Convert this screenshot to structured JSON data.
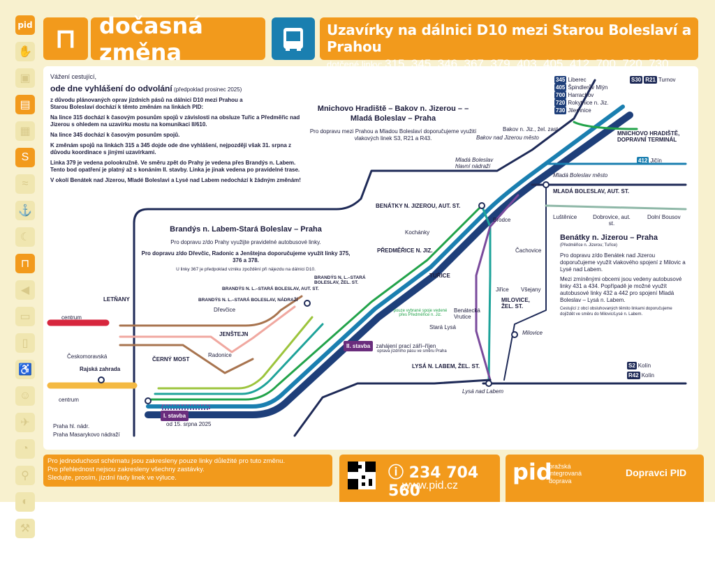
{
  "header": {
    "logo": "pid",
    "change_label": "dočasná změna",
    "title": "Uzavírky na dálnici D10 mezi Starou Boleslaví a Prahou",
    "affected_prefix": "dotčené linky:",
    "affected_lines": "315, 345, 346, 367, 379, 403, 405, 412, 700, 720, 730"
  },
  "intro": {
    "greeting": "Vážení cestující,",
    "headline": "ode dne vyhlášení do odvolání",
    "headline_note": "(předpoklad prosinec 2025)",
    "p1": "z důvodu plánovaných oprav jízdních pásů na dálnici D10 mezi Prahou a Starou Boleslaví dochází k těmto změnám na linkách PID:",
    "p2": "Na lince 315 dochází k časovým posunům spojů v závislosti na obsluze Tuřic a Předměřic nad Jizerou s ohledem na uzavírku mostu na komunikaci II/610.",
    "p3": "Na lince 345 dochází k časovým posunům spojů.",
    "p4": "K změnám spojů na linkách 315 a 345 dojde ode dne vyhlášení, nejpozději však 31. srpna z důvodu koordinace s jinými uzavírkami.",
    "p5": "Linka 379 je vedena polookružně. Ve směru zpět do Prahy je vedena přes Brandýs n. Labem. Tento bod opatření je platný až s konáním II. stavby. Linka je jinak vedena po pravidelné trase.",
    "p6": "V okolí Benátek nad Jizerou, Mladé Boleslavi a Lysé nad Labem nedochází k žádným změnám!"
  },
  "blocks": {
    "mh_title": "Mnichovo Hradiště – Bakov n. Jizerou – – Mladá Boleslav – Praha",
    "mh_text": "Pro dopravu mezi Prahou a Mladou Boleslaví doporučujeme využití vlakových linek S3, R21 a R43.",
    "bs_title": "Brandýs n. Labem-Stará Boleslav – Praha",
    "bs_text1": "Pro dopravu z/do Prahy využijte pravidelné autobusové linky.",
    "bs_text2": "Pro dopravu z/do Dřevčic, Radonic a Jenštejna doporučujeme využít linky 375, 376 a 378.",
    "bs_note": "U linky 367 je předpoklad vzniku zpoždění při nájezdu na dálnici D10.",
    "bj_title": "Benátky n. Jizerou – Praha",
    "bj_sub": "(Předměřice n. Jizerou; Tuřice)",
    "bj_text1": "Pro dopravu z/do Benátek nad Jizerou doporučujeme využít vlakového spojení z Milovic a Lysé nad Labem.",
    "bj_text2": "Mezi zmíněnými obcemi jsou vedeny autobusové linky 431 a 434. Popřípadě je možné využít autobusové linky 432 a 442 pro spojení Mladá Boleslav – Lysá n. Labem.",
    "bj_text3": "Cestující z obcí obsluhovaných těmito linkami doporučujeme dojíždět ve směru do Milovic/Lysé n. Labem."
  },
  "destinations": [
    {
      "line": "345",
      "name": "Liberec",
      "color": "#1e3f7a"
    },
    {
      "line": "405",
      "name": "Špindlerův Mlýn",
      "color": "#1e3f7a"
    },
    {
      "line": "700",
      "name": "Harrachov",
      "color": "#1e3f7a"
    },
    {
      "line": "720",
      "name": "Rokytnice n. Jiz.",
      "color": "#1e3f7a"
    },
    {
      "line": "730",
      "name": "Jilemnice",
      "color": "#1e3f7a"
    }
  ],
  "stations": {
    "turnov": "Turnov",
    "bakov": "Bakov n. Jiz., žel. zast.",
    "bakov_m": "Bakov nad Jizerou město",
    "mh_term": "MNICHOVO HRADIŠTĚ, DOPRAVNÍ TERMINÁL",
    "jicin": "Jičín",
    "mb_hn": "Mladá Boleslav hlavní nádraží",
    "mb_m": "Mladá Boleslav město",
    "mb_aut": "MLADÁ BOLESLAV, AUT. ST.",
    "benatky": "BENÁTKY N. JIZEROU, AUT. ST.",
    "kochanky": "Kochánky",
    "predmerice": "PŘEDMĚŘICE N. JIZ.",
    "brodce": "Brodce",
    "lustenice": "Luštěnice",
    "dobrovice": "Dobrovice, aut. st.",
    "dolni_bousov": "Dolní Bousov",
    "cachovice": "Čachovice",
    "turice": "TUŘICE",
    "jirice": "Jiřice",
    "vsejany": "Všejany",
    "milovice": "MILOVICE, ŽEL. ST.",
    "milovice2": "Milovice",
    "benatecka": "Benátecká Vrutice",
    "stara_lysa": "Stará Lysá",
    "lysa": "LYSÁ N. LABEM, ŽEL. ST.",
    "lysa2": "Lysá nad Labem",
    "kolin": "Kolín",
    "letnany": "LETŇANY",
    "centrum": "centrum",
    "ceskomoravska": "Českomoravská",
    "rajska": "Rajská zahrada",
    "cerny_most": "ČERNÝ MOST",
    "drevcice": "Dřevčice",
    "jenstejn": "JENŠTEJN",
    "radonice": "Radonice",
    "bs_aut": "BRANDÝS N. L.–STARÁ BOLESLAV, AUT. ST.",
    "bs_nadr": "BRANDÝS N. L.–STARÁ BOLESLAV, NÁDRAŽÍ",
    "bs_zel": "BRANDÝS N. L.–STARÁ BOLESLAV, ŽEL. ST.",
    "praha_hl": "Praha hl. nádr.",
    "praha_mas": "Praha Masarykovo nádraží"
  },
  "notes": {
    "stavba1": "I. stavba",
    "stavba1_date": "od 15. srpna 2025",
    "stavba2": "II. stavba",
    "stavba2_text": "zahájení prací září–říjen",
    "stavba2_sub": "oprava jízdního pásu ve směru Praha",
    "x315_note": "pouze vybrané spoje vedené přes Předměřice n. Jiz."
  },
  "footer": {
    "left1": "Pro jednoduchost schématu jsou zakresleny pouze linky důležité pro tuto změnu.",
    "left2": "Pro přehlednost nejsou zakresleny všechny zastávky.",
    "left3": "Sledujte, prosím, jízdní řády linek ve výluce.",
    "phone": "234 704 560",
    "web": "www.pid.cz",
    "pid_logo": "pid",
    "pid_name": "pražská integrovaná doprava",
    "operators": "Dopravci PID"
  },
  "colors": {
    "orange": "#f29a1c",
    "navy": "#1e2a57",
    "blue": "#1a7fb0",
    "green": "#22a34a",
    "teal": "#1ea39a",
    "purple": "#7a4a9c",
    "brown": "#a8744f",
    "lime": "#9cc43c"
  }
}
